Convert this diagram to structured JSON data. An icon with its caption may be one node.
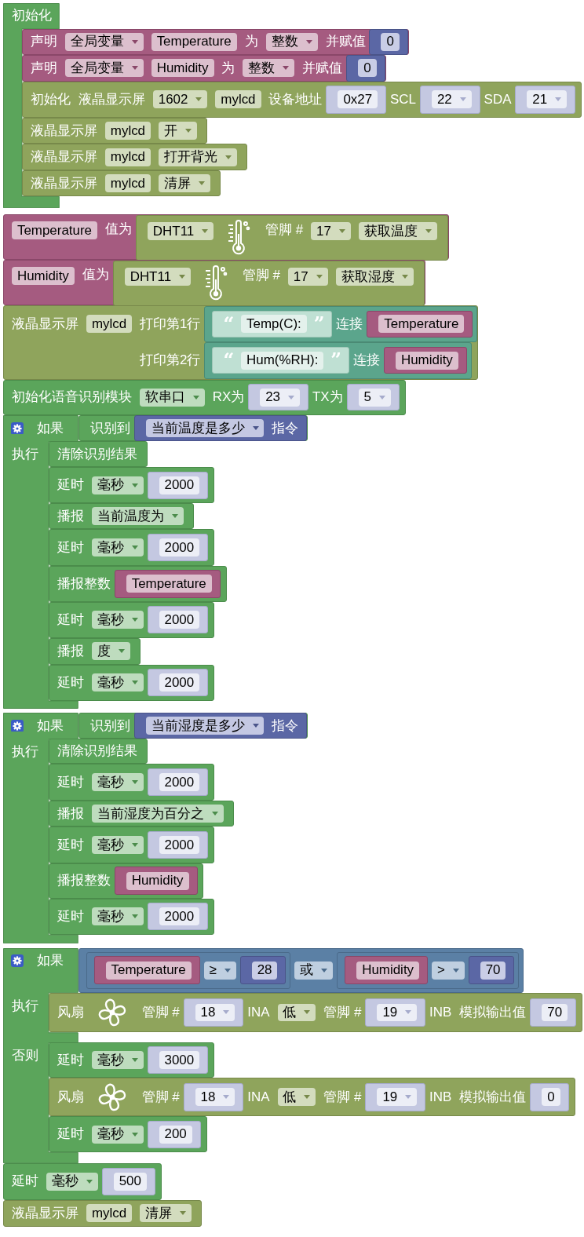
{
  "diagram": {
    "nodes": [
      {
        "text": [
          "初始化"
        ]
      },
      {
        "text": [
          "声明",
          "全局变量",
          "Temperature",
          "为",
          "整数",
          "并赋值"
        ]
      },
      {
        "text": [
          "0"
        ],
        "in": 1
      },
      {
        "text": [
          "声明",
          "全局变量",
          "Humidity",
          "为",
          "整数",
          "并赋值"
        ]
      },
      {
        "text": [
          "0"
        ],
        "in": 3
      },
      {
        "text": [
          "初始化",
          "液晶显示屏",
          "1602",
          "mylcd",
          "设备地址",
          "SCL",
          "SDA"
        ]
      },
      {
        "text": [
          "0x27"
        ],
        "in": 5
      },
      {
        "text": [
          "22"
        ],
        "in": 5
      },
      {
        "text": [
          "21"
        ],
        "in": 5
      },
      {
        "text": [
          "液晶显示屏",
          "mylcd",
          "开"
        ]
      },
      {
        "text": [
          "液晶显示屏",
          "mylcd",
          "打开背光"
        ]
      },
      {
        "text": [
          "液晶显示屏",
          "mylcd",
          "清屏"
        ]
      },
      {
        "text": [
          "Temperature",
          "值为"
        ]
      },
      {
        "text": [
          "DHT11",
          "管脚 #",
          "17",
          "获取温度"
        ],
        "in": 12
      },
      {
        "text": [
          "Humidity",
          "值为"
        ]
      },
      {
        "text": [
          "DHT11",
          "管脚 #",
          "17",
          "获取湿度"
        ],
        "in": 14
      },
      {
        "text": [
          "液晶显示屏",
          "mylcd",
          "打印第1行",
          "打印第2行"
        ]
      },
      {
        "text": [
          "连接"
        ],
        "in": 16
      },
      {
        "text": [
          "“",
          "Temp(C):",
          "”"
        ],
        "in": 17
      },
      {
        "text": [
          "Temperature"
        ],
        "in": 17
      },
      {
        "text": [
          "连接"
        ],
        "in": 16
      },
      {
        "text": [
          "“",
          "Hum(%RH):",
          "”"
        ],
        "in": 20
      },
      {
        "text": [
          "Humidity"
        ],
        "in": 20
      },
      {
        "text": [
          "初始化语音识别模块",
          "软串口",
          "RX为",
          "TX为"
        ]
      },
      {
        "text": [
          "23"
        ],
        "in": 23
      },
      {
        "text": [
          "5"
        ],
        "in": 23
      },
      {
        "text": [
          "如果",
          "执行"
        ]
      },
      {
        "text": [
          "识别到"
        ]
      },
      {
        "text": [
          "当前温度是多少",
          "指令"
        ],
        "in": 27
      },
      {
        "text": [
          "清除识别结果"
        ]
      },
      {
        "text": [
          "延时",
          "毫秒"
        ]
      },
      {
        "text": [
          "2000"
        ],
        "in": 30
      },
      {
        "text": [
          "播报",
          "当前温度为"
        ]
      },
      {
        "text": [
          "延时",
          "毫秒"
        ]
      },
      {
        "text": [
          "2000"
        ],
        "in": 33
      },
      {
        "text": [
          "播报整数"
        ]
      },
      {
        "text": [
          "Temperature"
        ],
        "in": 35
      },
      {
        "text": [
          "延时",
          "毫秒"
        ]
      },
      {
        "text": [
          "2000"
        ],
        "in": 37
      },
      {
        "text": [
          "播报",
          "度"
        ]
      },
      {
        "text": [
          "延时",
          "毫秒"
        ]
      },
      {
        "text": [
          "2000"
        ],
        "in": 40
      },
      {
        "text": [
          "如果",
          "执行"
        ]
      },
      {
        "text": [
          "识别到"
        ]
      },
      {
        "text": [
          "当前湿度是多少",
          "指令"
        ],
        "in": 43
      },
      {
        "text": [
          "清除识别结果"
        ]
      },
      {
        "text": [
          "延时",
          "毫秒"
        ]
      },
      {
        "text": [
          "2000"
        ],
        "in": 46
      },
      {
        "text": [
          "播报",
          "当前湿度为百分之"
        ]
      },
      {
        "text": [
          "延时",
          "毫秒"
        ]
      },
      {
        "text": [
          "2000"
        ],
        "in": 49
      },
      {
        "text": [
          "播报整数"
        ]
      },
      {
        "text": [
          "Humidity"
        ],
        "in": 51
      },
      {
        "text": [
          "延时",
          "毫秒"
        ]
      },
      {
        "text": [
          "2000"
        ],
        "in": 53
      },
      {
        "text": [
          "如果",
          "执行",
          "否则"
        ]
      },
      {
        "text": [
          "或"
        ]
      },
      {
        "text": [
          "≥"
        ],
        "in": 56
      },
      {
        "text": [
          "Temperature"
        ],
        "in": 57
      },
      {
        "text": [
          "28"
        ],
        "in": 57
      },
      {
        "text": [
          ">"
        ],
        "in": 56
      },
      {
        "text": [
          "Humidity"
        ],
        "in": 60
      },
      {
        "text": [
          "70"
        ],
        "in": 60
      },
      {
        "text": [
          "风扇",
          "管脚 #",
          "INA",
          "低",
          "管脚 #",
          "INB",
          "模拟输出值"
        ]
      },
      {
        "text": [
          "18"
        ],
        "in": 63
      },
      {
        "text": [
          "19"
        ],
        "in": 63
      },
      {
        "text": [
          "70"
        ],
        "in": 63
      },
      {
        "text": [
          "延时",
          "毫秒"
        ]
      },
      {
        "text": [
          "3000"
        ],
        "in": 67
      },
      {
        "text": [
          "风扇",
          "管脚 #",
          "INA",
          "低",
          "管脚 #",
          "INB",
          "模拟输出值"
        ]
      },
      {
        "text": [
          "18"
        ],
        "in": 69
      },
      {
        "text": [
          "19"
        ],
        "in": 69
      },
      {
        "text": [
          "0"
        ],
        "in": 69
      },
      {
        "text": [
          "延时",
          "毫秒"
        ]
      },
      {
        "text": [
          "200"
        ],
        "in": 73
      },
      {
        "text": [
          "延时",
          "毫秒"
        ]
      },
      {
        "text": [
          "500"
        ],
        "in": 75
      },
      {
        "text": [
          "液晶显示屏",
          "mylcd",
          "清屏"
        ]
      }
    ]
  }
}
